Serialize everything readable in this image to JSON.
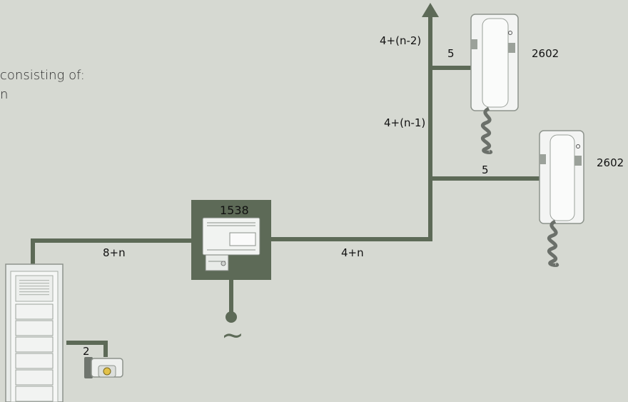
{
  "intro": {
    "line1": "consisting of:",
    "line2": "n"
  },
  "labels": {
    "trunk_top": "4+(n-2)",
    "trunk_mid": "4+(n-1)",
    "branch_top": "5",
    "branch_bottom": "5",
    "handset_top": "2602",
    "handset_bottom": "2602",
    "power_supply": "1538",
    "panel_to_psu": "8+n",
    "psu_to_trunk": "4+n",
    "lock_line": "2",
    "mains": "~"
  },
  "colors": {
    "background": "#d6d9d2",
    "wire": "#5d6a57",
    "psu_box": "#5d6a57"
  }
}
